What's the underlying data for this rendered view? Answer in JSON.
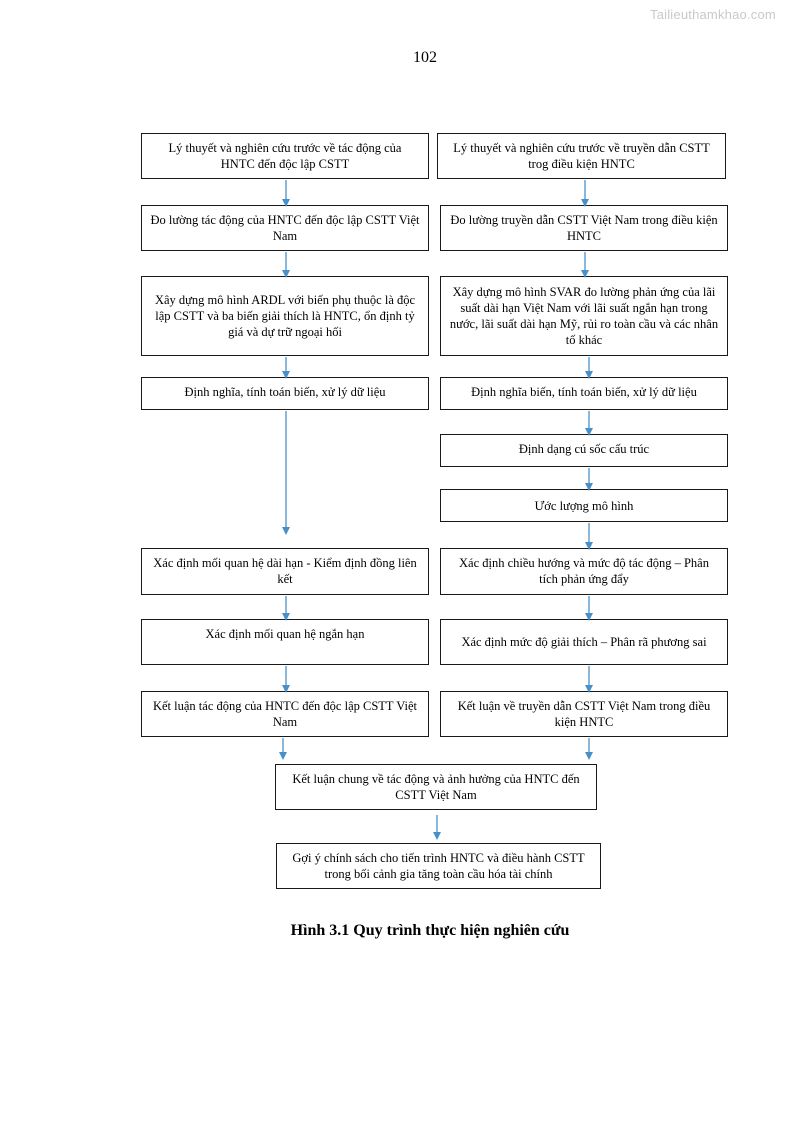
{
  "header": {
    "watermark": "Tailieuthamkhao.com",
    "page_number": "102"
  },
  "flowchart": {
    "left": {
      "b1": "Lý thuyết và nghiên cứu trước về tác động của HNTC đến độc lập CSTT",
      "b2": "Đo lường tác động của HNTC đến độc lập CSTT Việt Nam",
      "b3": "Xây dựng mô hình ARDL với biến phụ thuộc là độc lập CSTT và ba biến giải thích là HNTC, ổn định tỷ giá và dự trữ ngoại hối",
      "b4": "Định nghĩa, tính toán biến, xử lý dữ liệu",
      "b5": "Xác định mối quan hệ dài hạn - Kiểm định đồng liên kết",
      "b6": "Xác định mối quan hệ ngắn hạn",
      "b7": "Kết luận tác động của HNTC đến độc lập CSTT Việt Nam"
    },
    "right": {
      "b1": "Lý thuyết và nghiên cứu trước về truyền dẫn CSTT trog điều kiện HNTC",
      "b2": "Đo lường truyền dẫn CSTT Việt Nam trong điều kiện HNTC",
      "b3": "Xây dựng mô hình SVAR đo lường phản ứng của lãi suất dài hạn Việt Nam với lãi suất ngắn hạn trong nước, lãi suất dài hạn Mỹ, rủi ro toàn cầu và các nhân tố khác",
      "b4": "Định nghĩa biến, tính toán biến, xử lý dữ liệu",
      "b5": "Định dạng cú sốc cấu trúc",
      "b6": "Ước lượng mô hình",
      "b7": "Xác định chiều hướng và mức độ tác động – Phân tích phản ứng đẩy",
      "b8": "Xác định mức độ giải thích  – Phân rã phương sai",
      "b9": "Kết luận về truyền dẫn CSTT Việt Nam trong điều kiện HNTC"
    },
    "bottom": {
      "conclusion": "Kết luận chung về tác động và ảnh hưởng của HNTC đến CSTT Việt Nam",
      "policy": "Gợi ý chính sách cho tiến trình HNTC và điều hành CSTT trong bối cảnh gia tăng toàn cầu hóa tài chính"
    },
    "arrow_color": "#4a90c8"
  },
  "caption": "Hình 3.1 Quy trình thực hiện nghiên cứu"
}
